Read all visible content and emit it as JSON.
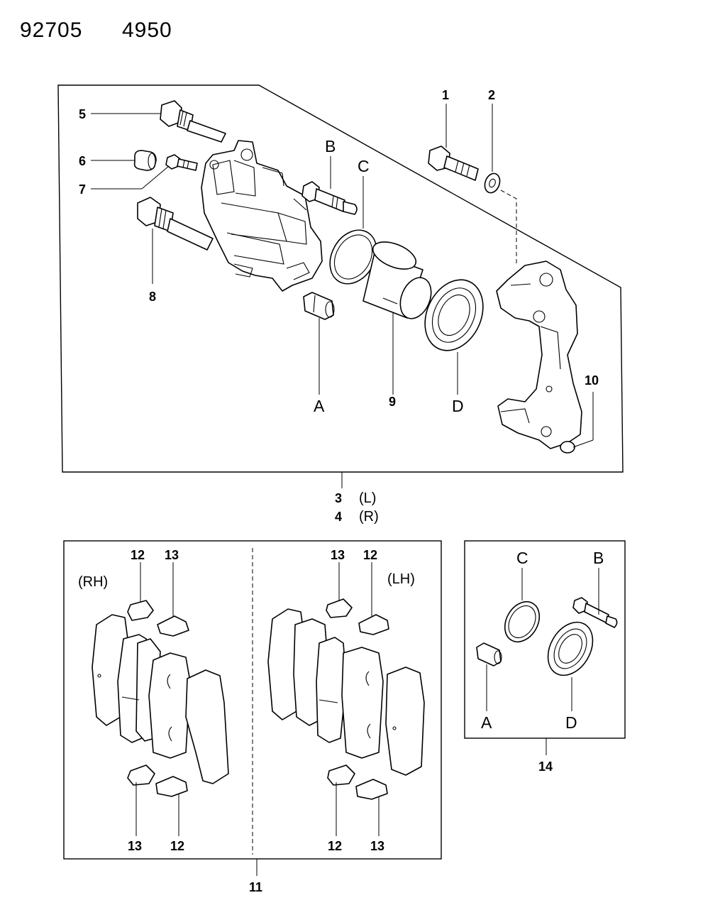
{
  "header": {
    "code_left": "92705",
    "code_right": "4950"
  },
  "caliper": {
    "labels": {
      "n1": "1",
      "n2": "2",
      "n5": "5",
      "n6": "6",
      "n7": "7",
      "n8": "8",
      "n9": "9",
      "n10": "10",
      "A": "A",
      "B": "B",
      "C": "C",
      "D": "D"
    },
    "assembly_num_left": "3",
    "assembly_side_left": "(L)",
    "assembly_num_right": "4",
    "assembly_side_right": "(R)"
  },
  "pads": {
    "rh_label": "(RH)",
    "lh_label": "(LH)",
    "rh_top_12": "12",
    "rh_top_13": "13",
    "rh_bottom_13": "13",
    "rh_bottom_12": "12",
    "lh_top_13": "13",
    "lh_top_12": "12",
    "lh_bottom_12": "12",
    "lh_bottom_13": "13",
    "assembly_num": "11"
  },
  "seal_kit": {
    "A": "A",
    "B": "B",
    "C": "C",
    "D": "D",
    "assembly_num": "14"
  }
}
